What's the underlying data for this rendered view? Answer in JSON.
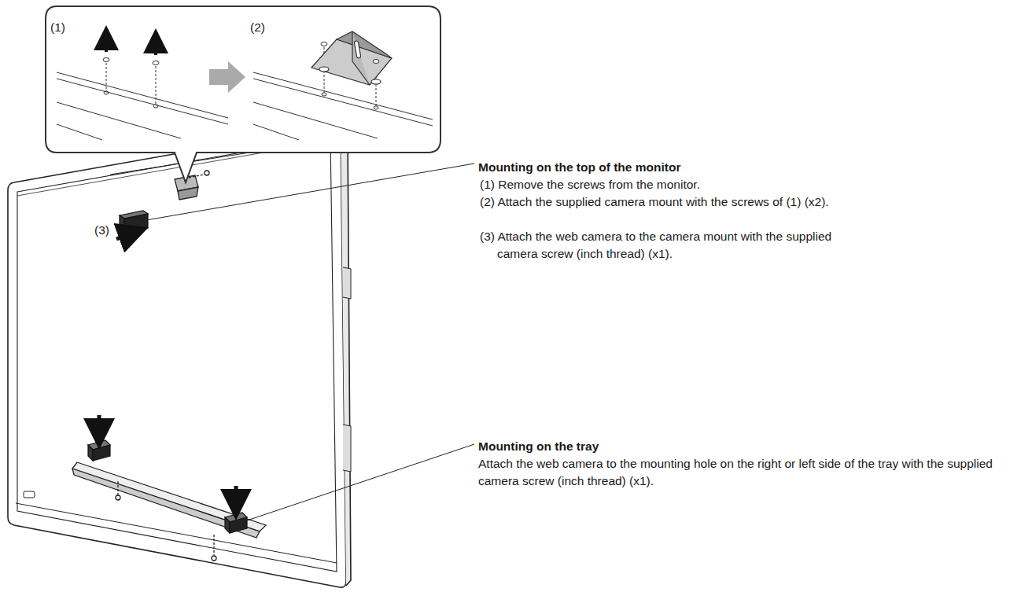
{
  "diagram": {
    "labels": [
      "(1)",
      "(2)",
      "(3)",
      "Mounting on the top of the monitor",
      "(1) Remove the screws from the monitor.",
      "(2) Attach the supplied camera mount with the screws of (1) (x2).",
      "(3) Attach the web camera to the camera mount with the supplied camera screw (inch thread) (x1).",
      "Mounting on the tray",
      "Attach the web camera to the mounting hole on the right or left side of the tray with the supplied camera screw (inch thread) (x1)."
    ]
  }
}
